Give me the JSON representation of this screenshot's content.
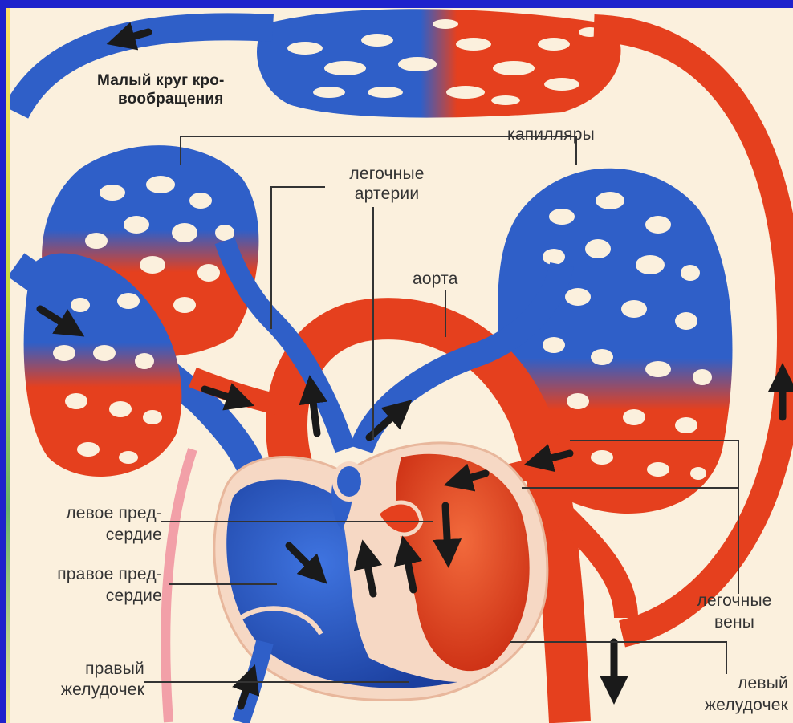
{
  "title_line1": "Малый круг кро-",
  "title_line2": "вообращения",
  "capillaries": "капилляры",
  "pulm_arteries_line1": "легочные",
  "pulm_arteries_line2": "артерии",
  "aorta": "аорта",
  "left_atrium_line1": "левое пред-",
  "left_atrium_line2": "сердие",
  "right_atrium_line1": "правое пред-",
  "right_atrium_line2": "сердие",
  "right_ventricle_line1": "правый",
  "right_ventricle_line2": "желудочек",
  "pulm_veins_line1": "легочные",
  "pulm_veins_line2": "вены",
  "left_ventricle_line1": "левый",
  "left_ventricle_line2": "желудочек",
  "colors": {
    "frame": "#1e22cc",
    "background": "#fbf0dd",
    "venous_blood": "#2f5fc8",
    "arterial_blood": "#e5401e",
    "label_text": "#333333"
  }
}
